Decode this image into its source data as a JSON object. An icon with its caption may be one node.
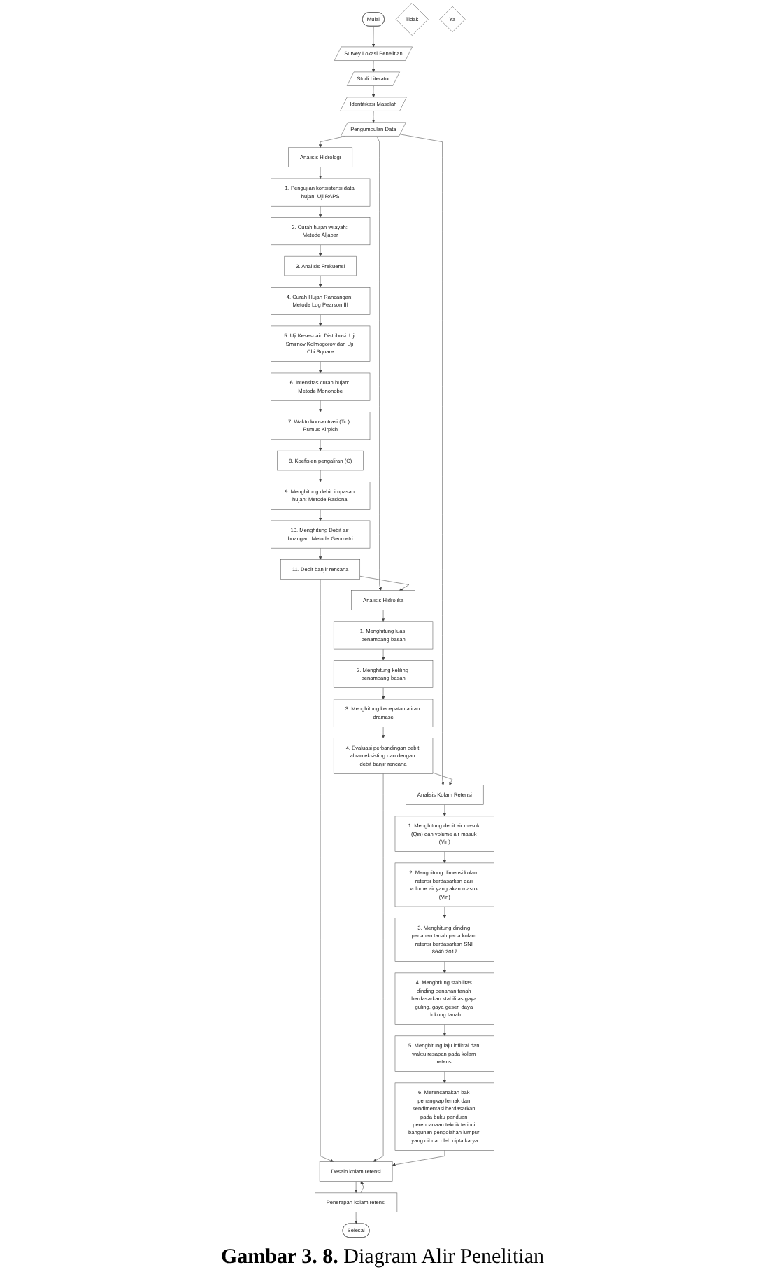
{
  "diagram": {
    "caption": "**Gambar 3. 8.** Diagram Alir Penelitian",
    "nodes": [
      {
        "text": [
          "Mulai"
        ]
      },
      {
        "text": [
          "Survey Lokasi Penelitian"
        ]
      },
      {
        "text": [
          "Studi Literatur"
        ]
      },
      {
        "text": [
          "Identifikasi Masalah"
        ]
      },
      {
        "text": [
          "Pengumpulan Data"
        ]
      },
      {
        "text": [
          "Analisis Hidrologi"
        ]
      },
      {
        "text": [
          "1. Pengujian konsistensi data hujan: Uji RAPS"
        ]
      },
      {
        "text": [
          "2. Curah hujan wilayah: Metode Aljabar"
        ]
      },
      {
        "text": [
          "3. Analisis Frekuensi"
        ]
      },
      {
        "text": [
          "4. Curah Hujan Rancangan; Metode Log Pearson III"
        ]
      },
      {
        "text": [
          "5. Uji Kesesuain Distribusi: Uji Smirnov Kolmogorov dan Uji Chi Square"
        ]
      },
      {
        "text": [
          "6. Intensitas curah hujan: Metode Mononobe"
        ]
      },
      {
        "text": [
          "7. Waktu konsentrasi (Tc ): Rumus Kirpich"
        ]
      },
      {
        "text": [
          "8. Koefisien pengaliran (C)"
        ]
      },
      {
        "text": [
          "9. Menghitung debit limpasan hujan: Metode Rasional"
        ]
      },
      {
        "text": [
          "10. Menghitung Debit air buangan: Metode Geometri"
        ]
      },
      {
        "text": [
          "11. Debit banjir rencana"
        ]
      },
      {
        "text": [
          "Analisis Hidrolika"
        ]
      },
      {
        "text": [
          "1. Menghitung luas penampang basah"
        ]
      },
      {
        "text": [
          "2. Menghitung keliling penampang basah"
        ]
      },
      {
        "text": [
          "3. Menghitung kecepatan aliran drainase"
        ]
      },
      {
        "text": [
          "4. Evaluasi perbandingan debit aliran eksisting dan dengan debit banjir rencana"
        ]
      },
      {
        "text": [
          "Analisis Kolam Retensi"
        ]
      },
      {
        "text": [
          "1. Menghitung debit air masuk (Qin) dan volume air masuk (Vin)"
        ]
      },
      {
        "text": [
          "2. Menghitung dimensi kolam retensi berdasarkan dari volume air yang akan masuk (Vin)"
        ]
      },
      {
        "text": [
          "3. Menghitung dinding penahan tanah pada kolam retensi berdasarkan SNI 8640:2017"
        ]
      },
      {
        "text": [
          "4. Menghtiung stabilitas dinding penahan tanah berdasarkan stabilitas gaya guling, gaya geser, daya dukung tanah"
        ]
      },
      {
        "text": [
          "5. Menghitung laju infiltrai dan waktu resapan pada kolam retensi"
        ]
      },
      {
        "text": [
          "6. Merencanakan bak penangkap lemak dan sendimentasi berdasarkan pada buku panduan perencanaan teknik terinci bangunan pengolahan lumpur yang dibuat oleh cipta karya"
        ]
      },
      {
        "text": [
          "Desain kolam retensi"
        ]
      },
      {
        "text": [
          "Tidak"
        ]
      },
      {
        "text": [
          "Ya"
        ]
      },
      {
        "text": [
          "Penerapan kolam retensi"
        ]
      },
      {
        "text": [
          "Selesai"
        ]
      }
    ],
    "edges": [
      {
        "from": 0,
        "to": 1,
        "arrow": "to"
      },
      {
        "from": 1,
        "to": 2,
        "arrow": "to"
      },
      {
        "from": 2,
        "to": 3,
        "arrow": "to"
      },
      {
        "from": 3,
        "to": 4,
        "arrow": "to"
      },
      {
        "from": 4,
        "to": 5,
        "arrow": "to"
      },
      {
        "from": 4,
        "to": 17,
        "arrow": "to"
      },
      {
        "from": 4,
        "to": 22,
        "arrow": "to"
      },
      {
        "from": 5,
        "to": 6,
        "arrow": "to"
      },
      {
        "from": 6,
        "to": 7,
        "arrow": "to"
      },
      {
        "from": 7,
        "to": 8,
        "arrow": "to"
      },
      {
        "from": 8,
        "to": 9,
        "arrow": "to"
      },
      {
        "from": 9,
        "to": 10,
        "arrow": "to"
      },
      {
        "from": 10,
        "to": 11,
        "arrow": "to"
      },
      {
        "from": 11,
        "to": 12,
        "arrow": "to"
      },
      {
        "from": 12,
        "to": 13,
        "arrow": "to"
      },
      {
        "from": 13,
        "to": 14,
        "arrow": "to"
      },
      {
        "from": 14,
        "to": 15,
        "arrow": "to"
      },
      {
        "from": 15,
        "to": 16,
        "arrow": "to"
      },
      {
        "from": 16,
        "to": 17,
        "arrow": "to"
      },
      {
        "from": 17,
        "to": 18,
        "arrow": "to"
      },
      {
        "from": 18,
        "to": 19,
        "arrow": "to"
      },
      {
        "from": 19,
        "to": 20,
        "arrow": "to"
      },
      {
        "from": 20,
        "to": 21,
        "arrow": "to"
      },
      {
        "from": 21,
        "to": 22,
        "arrow": "to"
      },
      {
        "from": 22,
        "to": 23,
        "arrow": "to"
      },
      {
        "from": 23,
        "to": 24,
        "arrow": "to"
      },
      {
        "from": 24,
        "to": 25,
        "arrow": "to"
      },
      {
        "from": 25,
        "to": 26,
        "arrow": "to"
      },
      {
        "from": 26,
        "to": 27,
        "arrow": "to"
      },
      {
        "from": 27,
        "to": 28,
        "arrow": "to"
      },
      {
        "from": 16,
        "to": 29,
        "arrow": "to"
      },
      {
        "from": 21,
        "to": 29,
        "arrow": "to"
      },
      {
        "from": 28,
        "to": 29,
        "arrow": "to"
      },
      {
        "from": 29,
        "to": 32,
        "arrow": "to"
      },
      {
        "from": 32,
        "to": 29,
        "arrow": "to"
      },
      {
        "from": 32,
        "to": 33,
        "arrow": "to"
      }
    ]
  }
}
